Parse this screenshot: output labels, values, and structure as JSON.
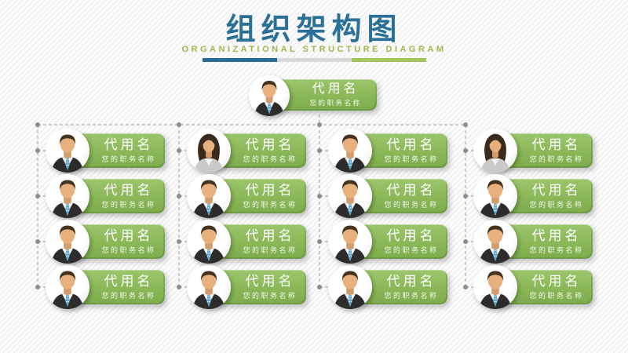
{
  "header": {
    "title": "组织架构图",
    "subtitle": "ORGANIZATIONAL STRUCTURE DIAGRAM"
  },
  "colors": {
    "title_blue": "#2b7096",
    "subtitle_green": "#9fb84e",
    "bar_blue": "#2a6d99",
    "bar_gray": "#d9d9d9",
    "bar_green": "#a6c55e",
    "node_green": "#8ab757",
    "connector_dash": "#aeaeae",
    "connector_dot": "#8d8d8d"
  },
  "org_chart": {
    "root": {
      "name": "代用名",
      "role": "您的职务名称",
      "avatar": "male"
    },
    "columns": [
      {
        "nodes": [
          {
            "name": "代用名",
            "role": "您的职务名称",
            "avatar": "male"
          },
          {
            "name": "代用名",
            "role": "您的职务名称",
            "avatar": "male"
          },
          {
            "name": "代用名",
            "role": "您的职务名称",
            "avatar": "male"
          },
          {
            "name": "代用名",
            "role": "您的职务名称",
            "avatar": "male"
          }
        ]
      },
      {
        "nodes": [
          {
            "name": "代用名",
            "role": "您的职务名称",
            "avatar": "female"
          },
          {
            "name": "代用名",
            "role": "您的职务名称",
            "avatar": "male"
          },
          {
            "name": "代用名",
            "role": "您的职务名称",
            "avatar": "male"
          },
          {
            "name": "代用名",
            "role": "您的职务名称",
            "avatar": "male"
          }
        ]
      },
      {
        "nodes": [
          {
            "name": "代用名",
            "role": "您的职务名称",
            "avatar": "male"
          },
          {
            "name": "代用名",
            "role": "您的职务名称",
            "avatar": "male"
          },
          {
            "name": "代用名",
            "role": "您的职务名称",
            "avatar": "male"
          },
          {
            "name": "代用名",
            "role": "您的职务名称",
            "avatar": "male"
          }
        ]
      },
      {
        "nodes": [
          {
            "name": "代用名",
            "role": "您的职务名称",
            "avatar": "female"
          },
          {
            "name": "代用名",
            "role": "您的职务名称",
            "avatar": "male"
          },
          {
            "name": "代用名",
            "role": "您的职务名称",
            "avatar": "male"
          },
          {
            "name": "代用名",
            "role": "您的职务名称",
            "avatar": "male"
          }
        ]
      }
    ]
  }
}
